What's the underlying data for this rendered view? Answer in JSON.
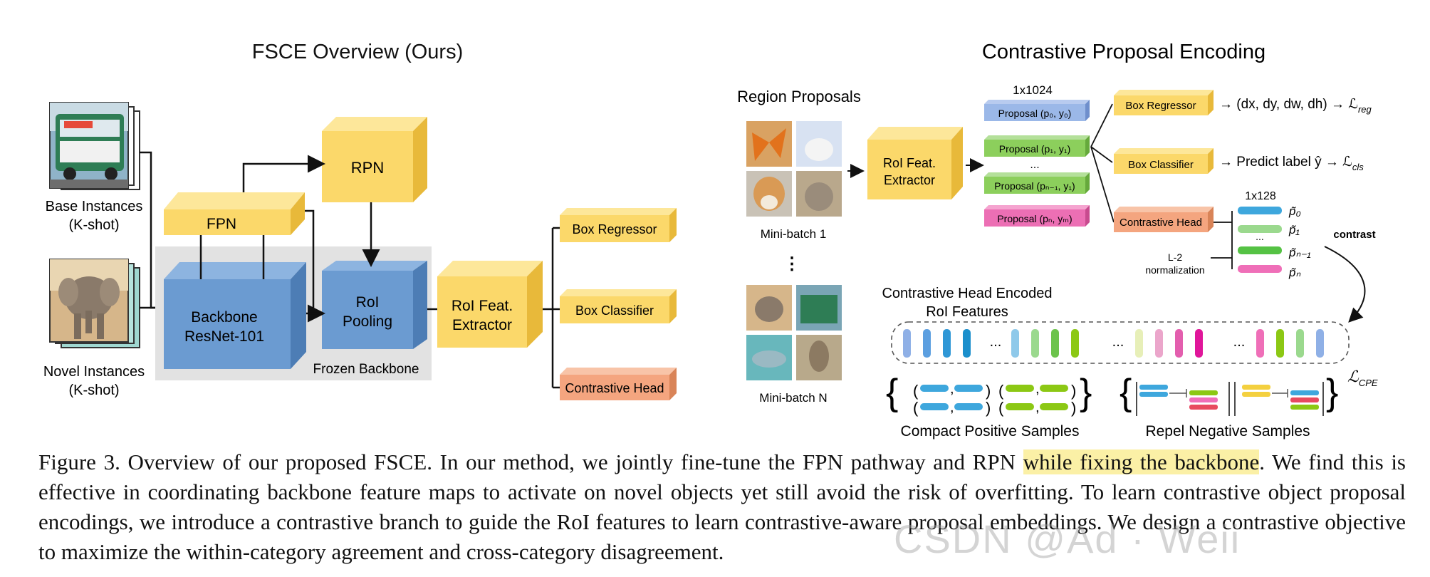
{
  "left": {
    "title": "FSCE Overview (Ours)",
    "base_label_1": "Base Instances",
    "base_label_2": "(K-shot)",
    "novel_label_1": "Novel Instances",
    "novel_label_2": "(K-shot)",
    "fpn": "FPN",
    "rpn": "RPN",
    "backbone_1": "Backbone",
    "backbone_2": "ResNet-101",
    "roi_pooling_1": "RoI",
    "roi_pooling_2": "Pooling",
    "frozen": "Frozen Backbone",
    "roi_feat_1": "RoI Feat.",
    "roi_feat_2": "Extractor",
    "box_regressor": "Box Regressor",
    "box_classifier": "Box Classifier",
    "contrastive_head": "Contrastive Head"
  },
  "right": {
    "title": "Contrastive Proposal Encoding",
    "region_proposals": "Region Proposals",
    "mini_batch_1": "Mini-batch 1",
    "mini_batch_n": "Mini-batch N",
    "vdots": "⋮",
    "roi_feat_1": "RoI  Feat.",
    "roi_feat_2": "Extractor",
    "dim_1024": "1x1024",
    "proposal_0": "Proposal (p₀, y₀)",
    "proposal_1": "Proposal (p₁, y₁)",
    "proposal_dots": "...",
    "proposal_n1": "Proposal (pₙ₋₁, y₁)",
    "proposal_n": "Proposal (pₙ, yₘ)",
    "box_regressor": "Box Regressor",
    "box_classifier": "Box Classifier",
    "contrastive_head": "Contrastive Head",
    "reg_output": "→ (dx, dy, dw, dh) → ℒ",
    "reg_sub": "reg",
    "cls_output": "→ Predict label ŷ → ℒ",
    "cls_sub": "cls",
    "dim_128": "1x128",
    "p0": "p̃₀",
    "p1": "p̃₁",
    "pn1": "p̃ₙ₋₁",
    "pn": "p̃ₙ",
    "emb_dots": "...",
    "l2_1": "L-2",
    "l2_2": "normalization",
    "contrast": "contrast",
    "encoded_1": "Contrastive Head Encoded",
    "encoded_2": "RoI Features",
    "strip_dots": "...",
    "cpe_loss": "ℒ",
    "cpe_sub": "CPE",
    "compact": "Compact Positive Samples",
    "repel": "Repel Negative Samples"
  },
  "caption": {
    "part1": "Figure 3. Overview of our proposed FSCE. In our method, we jointly fine-tune the FPN pathway and RPN ",
    "highlight": "while fixing the backbone",
    "part2": ". We find this is effective in coordinating backbone feature maps to activate on novel objects yet still avoid the risk of overfitting. To learn contrastive object proposal encodings, we introduce a contrastive branch to guide the RoI features to learn contrastive-aware proposal embeddings. We design a contrastive objective to maximize the within-category agreement and cross-category disagreement."
  },
  "watermark": "CSDN @Ad · Weii",
  "colors": {
    "yellow": "#fbd86a",
    "yellow_top": "#fde79a",
    "yellow_side": "#e8b93a",
    "blue": "#6b9bd1",
    "blue_top": "#8db4e0",
    "blue_side": "#4d7db5",
    "orange": "#f4a57f",
    "green": "#8ccf5c",
    "pink": "#ec6fb4",
    "lightblue": "#9bb8e8",
    "gray": "#e3e3e3"
  }
}
